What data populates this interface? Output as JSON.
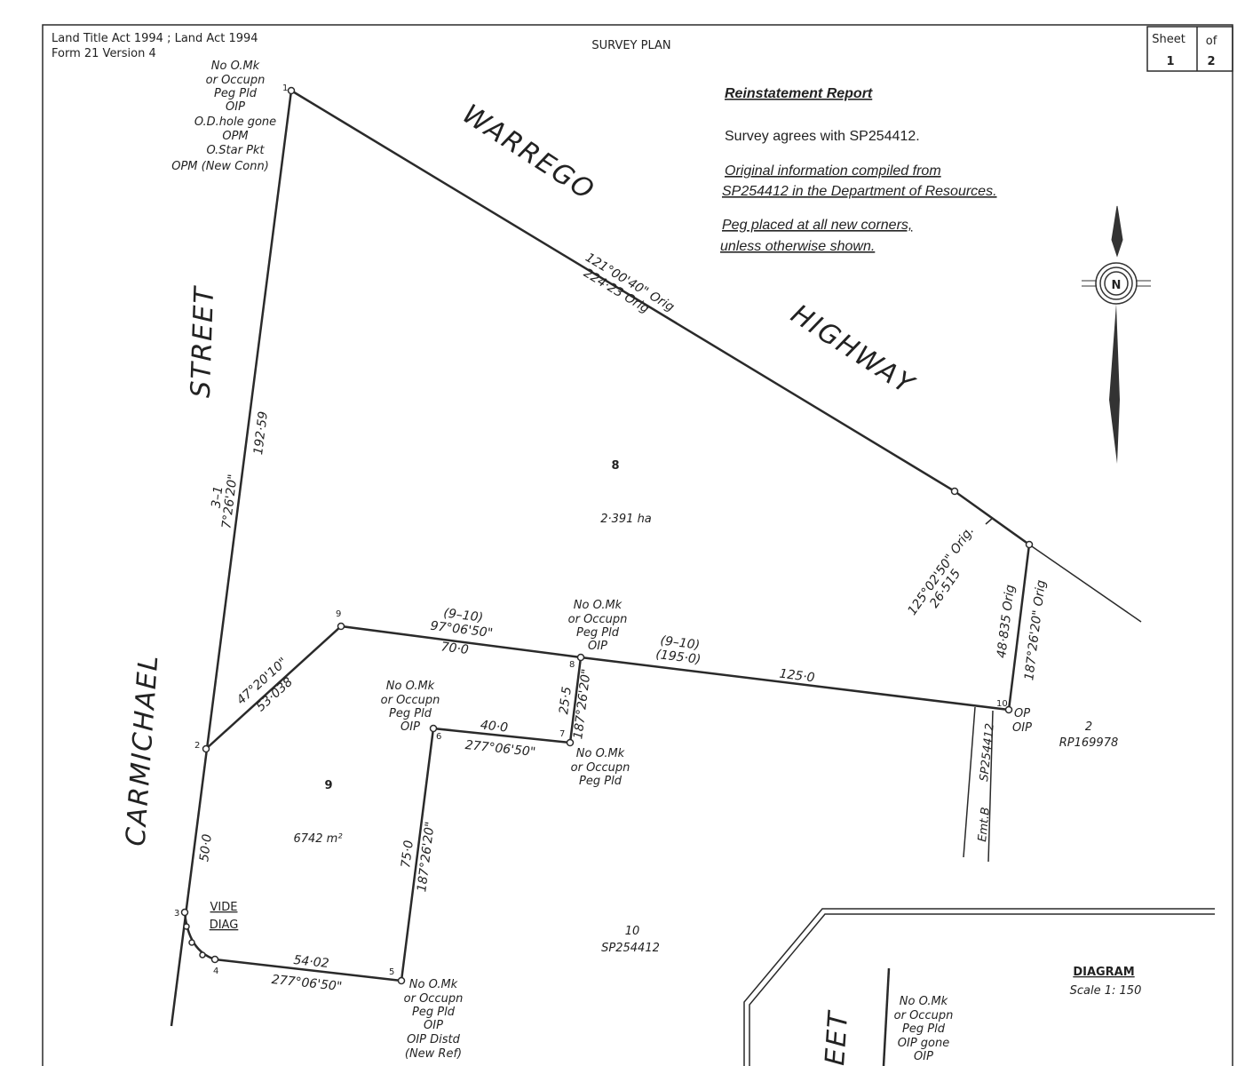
{
  "header": {
    "act": "Land Title Act 1994 ;  Land Act 1994",
    "form": "Form 21 Version 4",
    "title": "SURVEY PLAN",
    "sheet_label": "Sheet",
    "sheet_num": "1",
    "of_label": "of",
    "of_num": "2"
  },
  "report": {
    "title": "Reinstatement Report",
    "line1": "Survey agrees with SP254412.",
    "line2a": "Original information compiled from",
    "line2b": "SP254412 in the Department of Resources.",
    "line3a": "Peg placed at all new corners,",
    "line3b": "unless otherwise shown."
  },
  "compass": {
    "letter": "N"
  },
  "roads": {
    "warrego": "WARREGO",
    "highway": "HIGHWAY",
    "street": "STREET",
    "carmichael": "CARMICHAEL",
    "street_partial": "EET"
  },
  "stations": [
    "1",
    "2",
    "3",
    "4",
    "5",
    "6",
    "7",
    "8",
    "9",
    "10"
  ],
  "notes": {
    "p1": [
      "No O.Mk",
      "or Occupn",
      "Peg Pld",
      "OIP",
      "O.D.hole gone",
      "OPM",
      "O.Star Pkt",
      "OPM (New Conn)"
    ],
    "p8": [
      "No O.Mk",
      "or Occupn",
      "Peg Pld",
      "OIP"
    ],
    "p6": [
      "No O.Mk",
      "or Occupn",
      "Peg Pld",
      "OIP"
    ],
    "p7": [
      "No O.Mk",
      "or Occupn",
      "Peg Pld"
    ],
    "p5": [
      "No O.Mk",
      "or Occupn",
      "Peg Pld",
      "OIP",
      "OIP Distd",
      "(New Ref)"
    ],
    "p10": [
      "OP",
      "OIP"
    ],
    "diag3": [
      "No O.Mk",
      "or Occupn",
      "Peg Pld",
      "OIP gone",
      "OIP"
    ]
  },
  "dims": {
    "hwy_bearing": "121°00'40\" Orig",
    "hwy_dist": "224·23 Orig",
    "west_ref": "3–1",
    "west_bearing": "7°26'20\"",
    "west_dist": "192·59",
    "l29_bearing": "47°20'10\"",
    "l29_dist": "53·038",
    "l98_ref": "(9–10)",
    "l98_bearing": "97°06'50\"",
    "l98_dist": "70·0",
    "l810_ref": "(9–10)",
    "l810_total": "(195·0)",
    "l810_dist": "125·0",
    "l67_dist": "40·0",
    "l67_bearing": "277°06'50\"",
    "l87_dist": "25·5",
    "l87_bearing": "187°26'20\"",
    "l65_dist": "75·0",
    "l65_bearing": "187°26'20\"",
    "l23_dist": "50·0",
    "l45_dist": "54·02",
    "l45_bearing": "277°06'50\"",
    "trunc_bearing": "125°02'50\" Orig.",
    "trunc_dist": "26·515",
    "east_dist": "48·835 Orig",
    "east_bearing": "187°26'20\" Orig"
  },
  "lots": {
    "lot8": "8",
    "lot8_area": "2·391 ha",
    "lot9": "9",
    "lot9_area": "6742 m²",
    "lot10": "10",
    "lot10_plan": "SP254412",
    "lot2": "2",
    "lot2_plan": "RP169978",
    "easement": "Emt.B",
    "easement_plan": "SP254412",
    "vide1": "VIDE",
    "vide2": "DIAG"
  },
  "diagram": {
    "title": "DIAGRAM",
    "scale": "Scale 1: 150"
  }
}
